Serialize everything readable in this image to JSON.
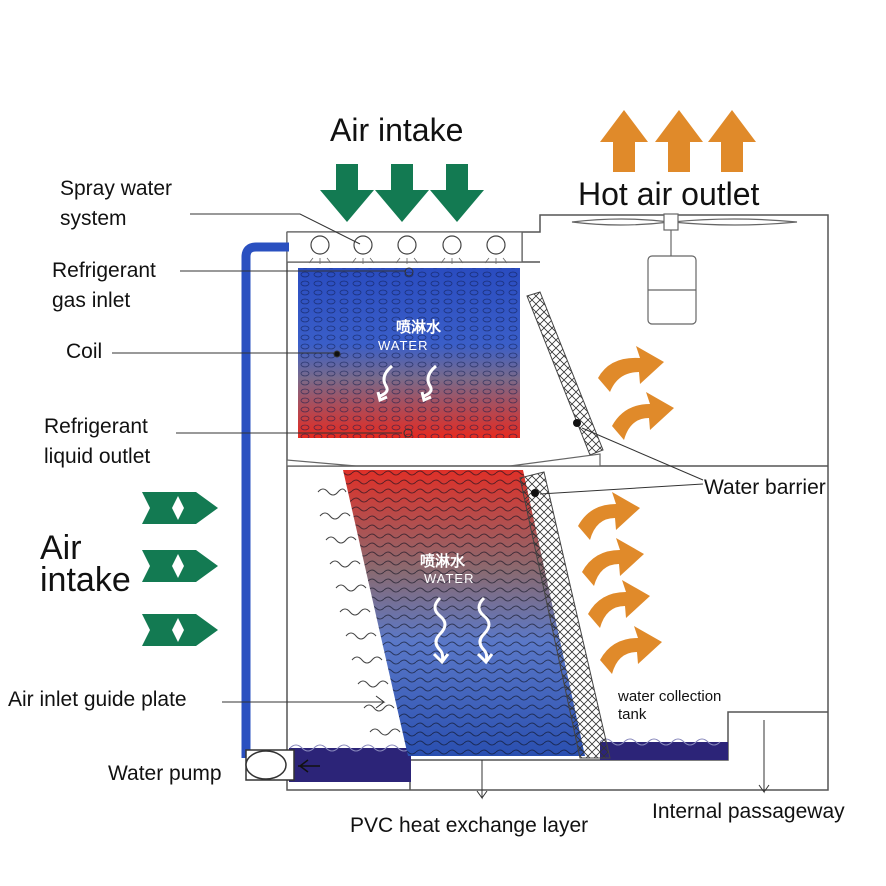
{
  "labels": {
    "air_intake_top": "Air intake",
    "hot_air_outlet": "Hot air outlet",
    "spray_water_system": "Spray water system",
    "refrigerant_gas_inlet": "Refrigerant gas inlet",
    "coil": "Coil",
    "refrigerant_liquid_outlet": "Refrigerant liquid outlet",
    "air_intake_side": "Air intake",
    "air_inlet_guide_plate": "Air inlet guide plate",
    "water_pump": "Water pump",
    "pvc_heat_exchange_layer": "PVC heat exchange layer",
    "internal_passageway": "Internal passageway",
    "water_barrier": "Water barrier",
    "water_collection_tank": "water collection tank"
  },
  "coil_water": {
    "cn": "喷淋水",
    "en": "WATER"
  },
  "fill_water": {
    "cn": "喷淋水",
    "en": "WATER"
  },
  "colors": {
    "intake_arrow": "#137a52",
    "hot_air_arrow": "#e08a2a",
    "pipe_blue": "#2a50c0",
    "hot_red": "#e02a20",
    "cold_blue": "#2a4fb0",
    "tank_water": "#2c2478"
  }
}
